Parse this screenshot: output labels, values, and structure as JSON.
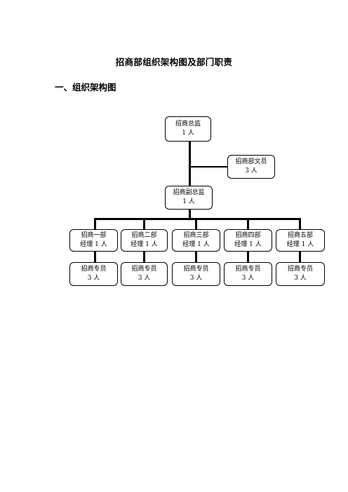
{
  "document": {
    "title": "招商部组织架构图及部门职责",
    "section_heading": "一、组织架构图"
  },
  "org_chart": {
    "director": {
      "title": "招商总监",
      "count": "1 人"
    },
    "clerk": {
      "title": "招商部文员",
      "count": "3 人"
    },
    "deputy": {
      "title": "招商副总监",
      "count": "1 人"
    },
    "departments": [
      {
        "manager_title": "招商一部",
        "manager_count": "经理 1 人",
        "staff_title": "招商专员",
        "staff_count": "3 人"
      },
      {
        "manager_title": "招商二部",
        "manager_count": "经理 1 人",
        "staff_title": "招商专员",
        "staff_count": "3 人"
      },
      {
        "manager_title": "招商三部",
        "manager_count": "经理 1 人",
        "staff_title": "招商专员",
        "staff_count": "3 人"
      },
      {
        "manager_title": "招商四部",
        "manager_count": "经理 1 人",
        "staff_title": "招商专员",
        "staff_count": "3 人"
      },
      {
        "manager_title": "招商五部",
        "manager_count": "经理 1 人",
        "staff_title": "招商专员",
        "staff_count": "3 人"
      }
    ]
  }
}
